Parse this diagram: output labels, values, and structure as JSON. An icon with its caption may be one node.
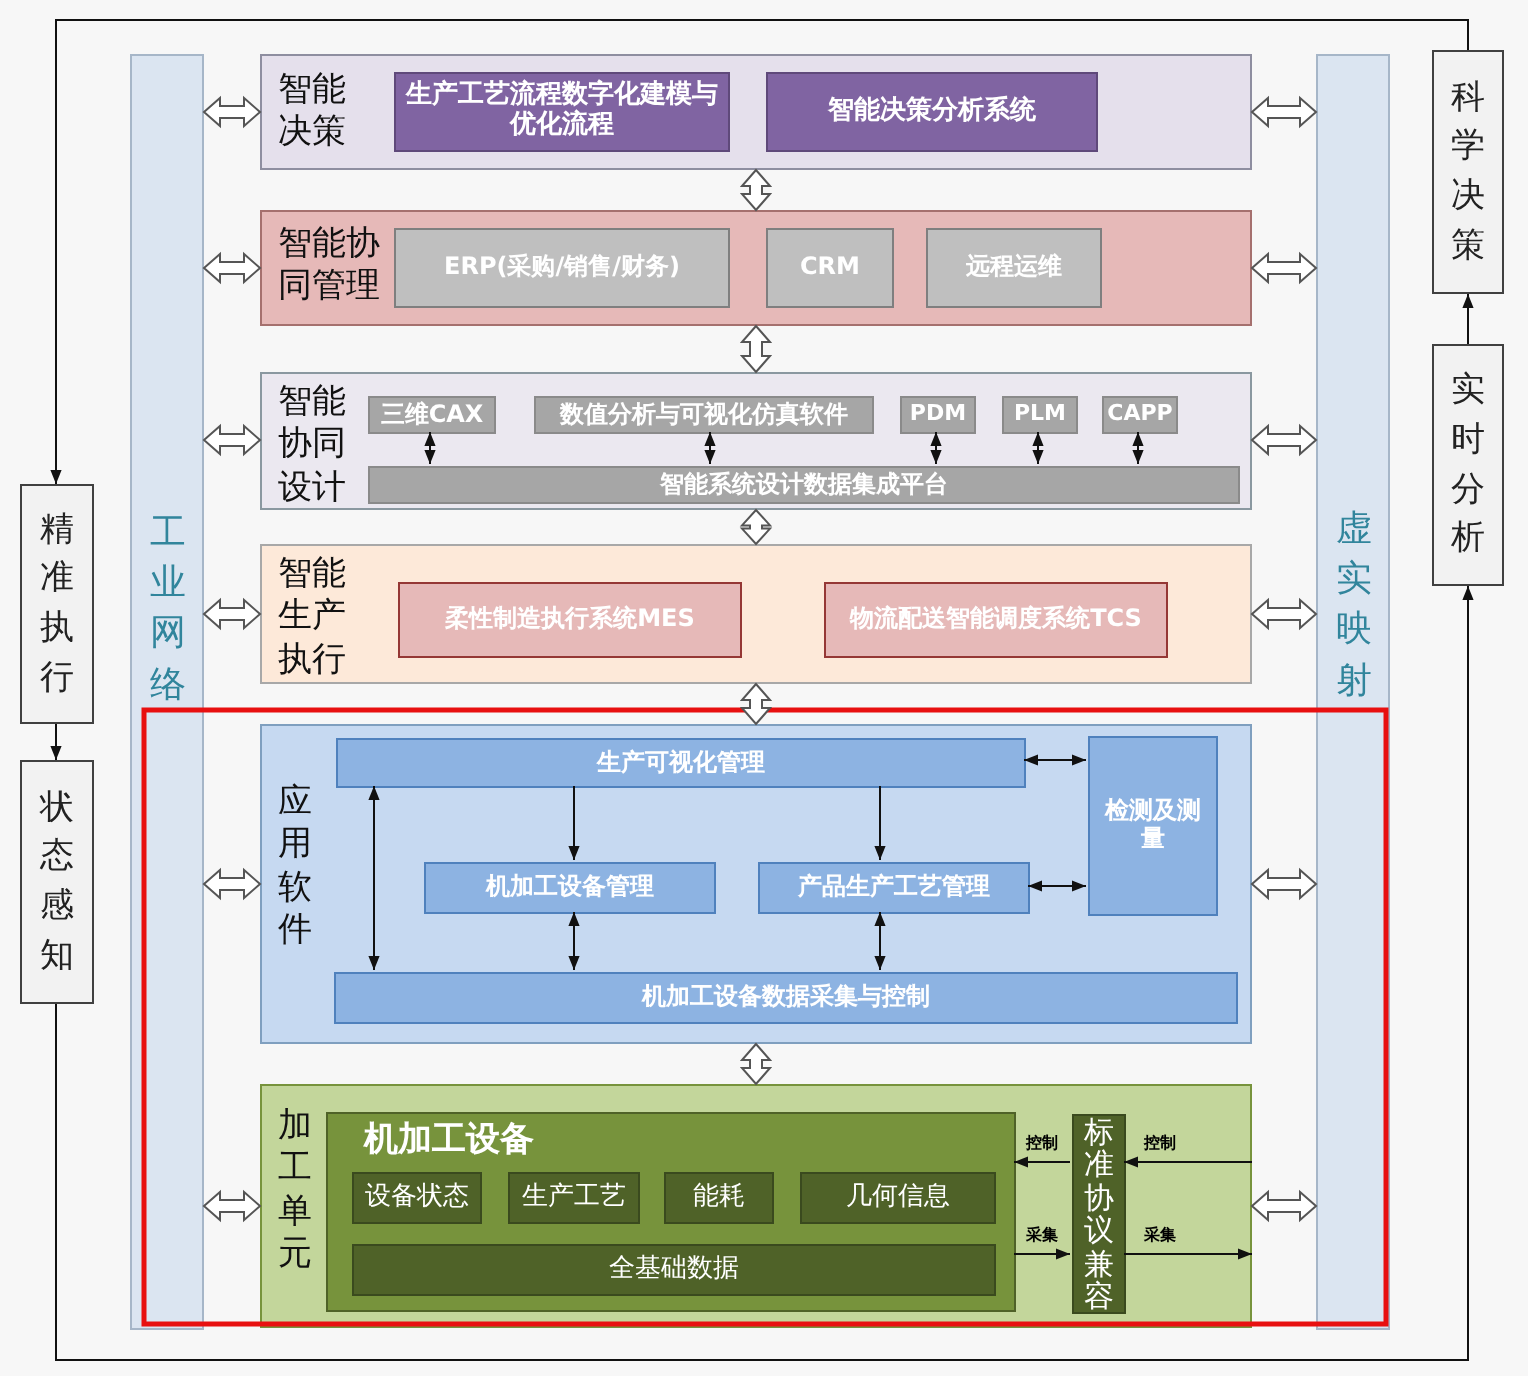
{
  "diagram": {
    "nodes": [
      {
        "text": [
          "工业网络"
        ]
      },
      {
        "text": [
          "虚实映射"
        ]
      },
      {
        "text": [
          "智能决策"
        ]
      },
      {
        "text": [
          "生产工艺流程数字化建模与优化流程"
        ],
        "in": 2
      },
      {
        "text": [
          "智能决策分析系统"
        ],
        "in": 2
      },
      {
        "text": [
          "智能协同管理"
        ]
      },
      {
        "text": [
          "ERP(采购/销售/财务)"
        ],
        "in": 5
      },
      {
        "text": [
          "CRM"
        ],
        "in": 5
      },
      {
        "text": [
          "远程运维"
        ],
        "in": 5
      },
      {
        "text": [
          "智能协同设计"
        ]
      },
      {
        "text": [
          "三维CAX"
        ],
        "in": 9
      },
      {
        "text": [
          "数值分析与可视化仿真软件"
        ],
        "in": 9
      },
      {
        "text": [
          "PDM"
        ],
        "in": 9
      },
      {
        "text": [
          "PLM"
        ],
        "in": 9
      },
      {
        "text": [
          "CAPP"
        ],
        "in": 9
      },
      {
        "text": [
          "智能系统设计数据集成平台"
        ],
        "in": 9
      },
      {
        "text": [
          "智能生产执行"
        ]
      },
      {
        "text": [
          "柔性制造执行系统MES"
        ],
        "in": 16
      },
      {
        "text": [
          "物流配送智能调度系统TCS"
        ],
        "in": 16
      },
      {
        "text": [
          "应用软件"
        ]
      },
      {
        "text": [
          "生产可视化管理"
        ],
        "in": 19
      },
      {
        "text": [
          "机加工设备管理"
        ],
        "in": 19
      },
      {
        "text": [
          "产品生产工艺管理"
        ],
        "in": 19
      },
      {
        "text": [
          "检测及测量"
        ],
        "in": 19
      },
      {
        "text": [
          "机加工设备数据采集与控制"
        ],
        "in": 19
      },
      {
        "text": [
          "加工单元"
        ]
      },
      {
        "text": [
          "机加工设备"
        ],
        "in": 25
      },
      {
        "text": [
          "设备状态"
        ],
        "in": 26
      },
      {
        "text": [
          "生产工艺"
        ],
        "in": 26
      },
      {
        "text": [
          "能耗"
        ],
        "in": 26
      },
      {
        "text": [
          "几何信息"
        ],
        "in": 26
      },
      {
        "text": [
          "全基础数据"
        ],
        "in": 26
      },
      {
        "text": [
          "标准协议兼容"
        ],
        "in": 25
      },
      {
        "text": [
          "科学决策"
        ]
      },
      {
        "text": [
          "实时分析"
        ]
      },
      {
        "text": [
          "精准执行"
        ]
      },
      {
        "text": [
          "状态感知"
        ]
      }
    ],
    "edges": [
      {
        "from": 0,
        "to": 2,
        "arrow": "both"
      },
      {
        "from": 0,
        "to": 5,
        "arrow": "both"
      },
      {
        "from": 0,
        "to": 9,
        "arrow": "both"
      },
      {
        "from": 0,
        "to": 16,
        "arrow": "both"
      },
      {
        "from": 0,
        "to": 19,
        "arrow": "both"
      },
      {
        "from": 0,
        "to": 25,
        "arrow": "both"
      },
      {
        "from": 2,
        "to": 1,
        "arrow": "both"
      },
      {
        "from": 5,
        "to": 1,
        "arrow": "both"
      },
      {
        "from": 9,
        "to": 1,
        "arrow": "both"
      },
      {
        "from": 16,
        "to": 1,
        "arrow": "both"
      },
      {
        "from": 19,
        "to": 1,
        "arrow": "both"
      },
      {
        "from": 25,
        "to": 1,
        "arrow": "both"
      },
      {
        "from": 2,
        "to": 5,
        "arrow": "both"
      },
      {
        "from": 5,
        "to": 9,
        "arrow": "both"
      },
      {
        "from": 9,
        "to": 16,
        "arrow": "both"
      },
      {
        "from": 16,
        "to": 19,
        "arrow": "both"
      },
      {
        "from": 19,
        "to": 25,
        "arrow": "both"
      },
      {
        "from": 10,
        "to": 15,
        "arrow": "both"
      },
      {
        "from": 11,
        "to": 15,
        "arrow": "both"
      },
      {
        "from": 12,
        "to": 15,
        "arrow": "both"
      },
      {
        "from": 13,
        "to": 15,
        "arrow": "both"
      },
      {
        "from": 14,
        "to": 15,
        "arrow": "both"
      },
      {
        "from": 20,
        "to": 21,
        "arrow": "to"
      },
      {
        "from": 20,
        "to": 22,
        "arrow": "to"
      },
      {
        "from": 20,
        "to": 24,
        "arrow": "both"
      },
      {
        "from": 20,
        "to": 23,
        "arrow": "both"
      },
      {
        "from": 22,
        "to": 23,
        "arrow": "both"
      },
      {
        "from": 21,
        "to": 24,
        "arrow": "both"
      },
      {
        "from": 22,
        "to": 24,
        "arrow": "both"
      },
      {
        "from": 32,
        "to": 26,
        "arrow": "to",
        "label": "控制"
      },
      {
        "from": null,
        "to": 32,
        "arrow": "to",
        "label": "控制"
      },
      {
        "from": 26,
        "to": 32,
        "arrow": "to",
        "label": "采集"
      },
      {
        "from": 32,
        "to": null,
        "arrow": "to",
        "label": "采集"
      },
      {
        "from": 33,
        "to": 35,
        "arrow": "to"
      },
      {
        "from": 35,
        "to": 36,
        "arrow": "to"
      },
      {
        "from": 36,
        "to": 34,
        "arrow": "to"
      },
      {
        "from": 34,
        "to": 33,
        "arrow": "to"
      }
    ]
  }
}
